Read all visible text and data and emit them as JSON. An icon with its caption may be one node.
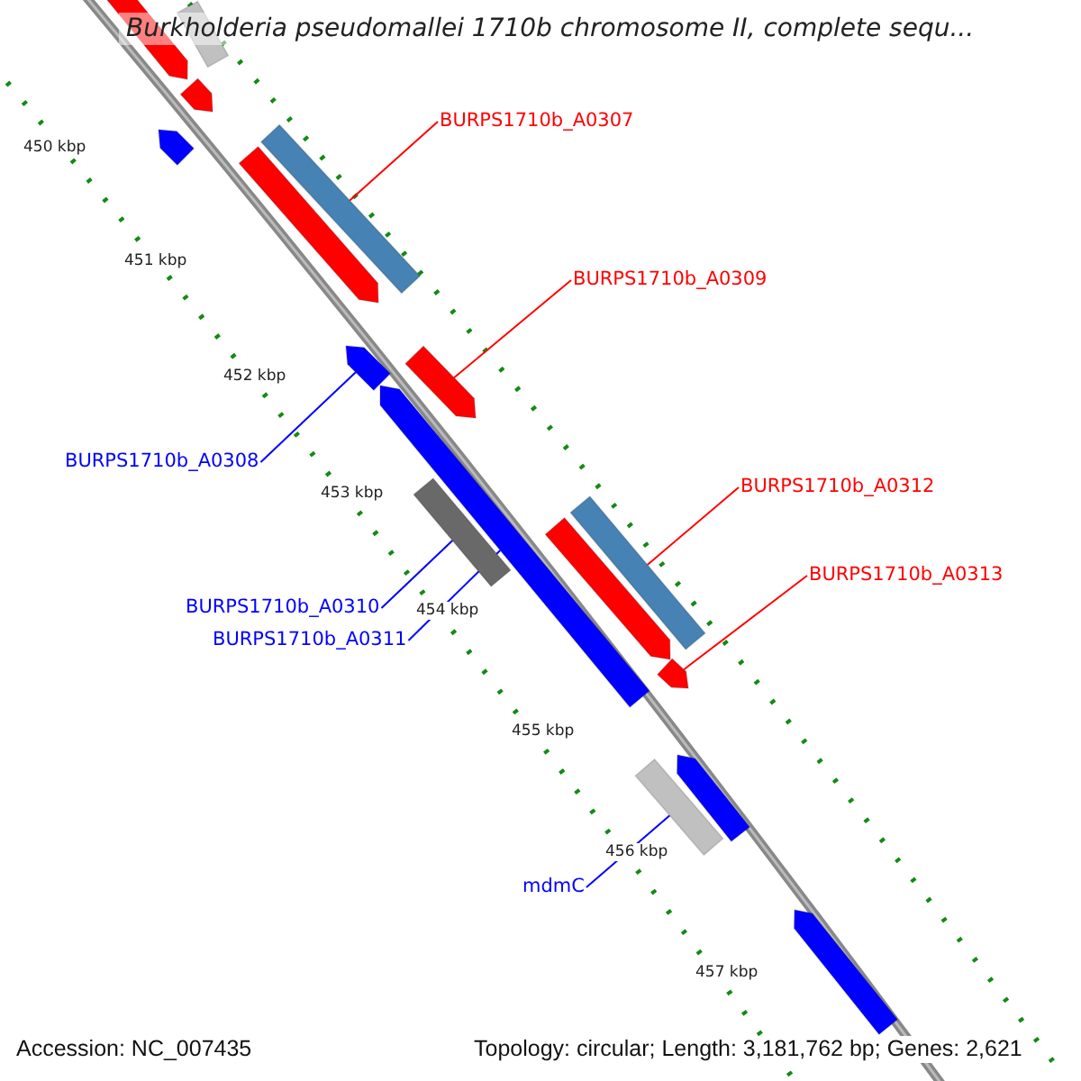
{
  "diagram": {
    "title": "Burkholderia pseudomallei 1710b chromosome II, complete sequ...",
    "nodes": [
      {
        "text": [
          "BURPS1710b_A0307"
        ]
      },
      {
        "text": [],
        "shape": "bar"
      },
      {
        "text": [
          "BURPS1710b_A0309"
        ]
      },
      {
        "text": [],
        "shape": "bar"
      },
      {
        "text": [
          "BURPS1710b_A0308"
        ]
      },
      {
        "text": [],
        "shape": "bar"
      },
      {
        "text": [
          "BURPS1710b_A0312"
        ]
      },
      {
        "text": [],
        "shape": "bar"
      },
      {
        "text": [
          "BURPS1710b_A0313"
        ]
      },
      {
        "text": [],
        "shape": "bar"
      },
      {
        "text": [
          "BURPS1710b_A0310"
        ]
      },
      {
        "text": [],
        "shape": "bar"
      },
      {
        "text": [
          "BURPS1710b_A0311"
        ]
      },
      {
        "text": [],
        "shape": "bar"
      },
      {
        "text": [
          "mdmC"
        ]
      },
      {
        "text": [],
        "shape": "bar"
      },
      {
        "text": [],
        "shape": "bar"
      },
      {
        "text": [],
        "shape": "bar"
      },
      {
        "text": [],
        "shape": "bar"
      },
      {
        "text": [],
        "shape": "bar"
      },
      {
        "text": [],
        "shape": "bar"
      },
      {
        "text": [],
        "shape": "bar"
      },
      {
        "text": [],
        "shape": "bar"
      },
      {
        "text": [],
        "shape": "bar"
      }
    ],
    "edges": [
      {
        "from": 0,
        "to": 1,
        "arrow": "none",
        "color": "#ff0000"
      },
      {
        "from": 2,
        "to": 3,
        "arrow": "none",
        "color": "#ff0000"
      },
      {
        "from": 4,
        "to": 5,
        "arrow": "none",
        "color": "#0000ff"
      },
      {
        "from": 6,
        "to": 7,
        "arrow": "none",
        "color": "#ff0000"
      },
      {
        "from": 8,
        "to": 9,
        "arrow": "none",
        "color": "#ff0000"
      },
      {
        "from": 10,
        "to": 11,
        "arrow": "none",
        "color": "#0000ff"
      },
      {
        "from": 12,
        "to": 13,
        "arrow": "none",
        "color": "#0000ff"
      },
      {
        "from": 14,
        "to": 15,
        "arrow": "none",
        "color": "#0000ff"
      }
    ],
    "labels": [
      "450 kbp",
      "451 kbp",
      "452 kbp",
      "453 kbp",
      "454 kbp",
      "455 kbp",
      "456 kbp",
      "457 kbp",
      "Accession: NC_007435",
      "Topology: circular; Length: 3,181,762 bp; Genes: 2,621"
    ]
  }
}
